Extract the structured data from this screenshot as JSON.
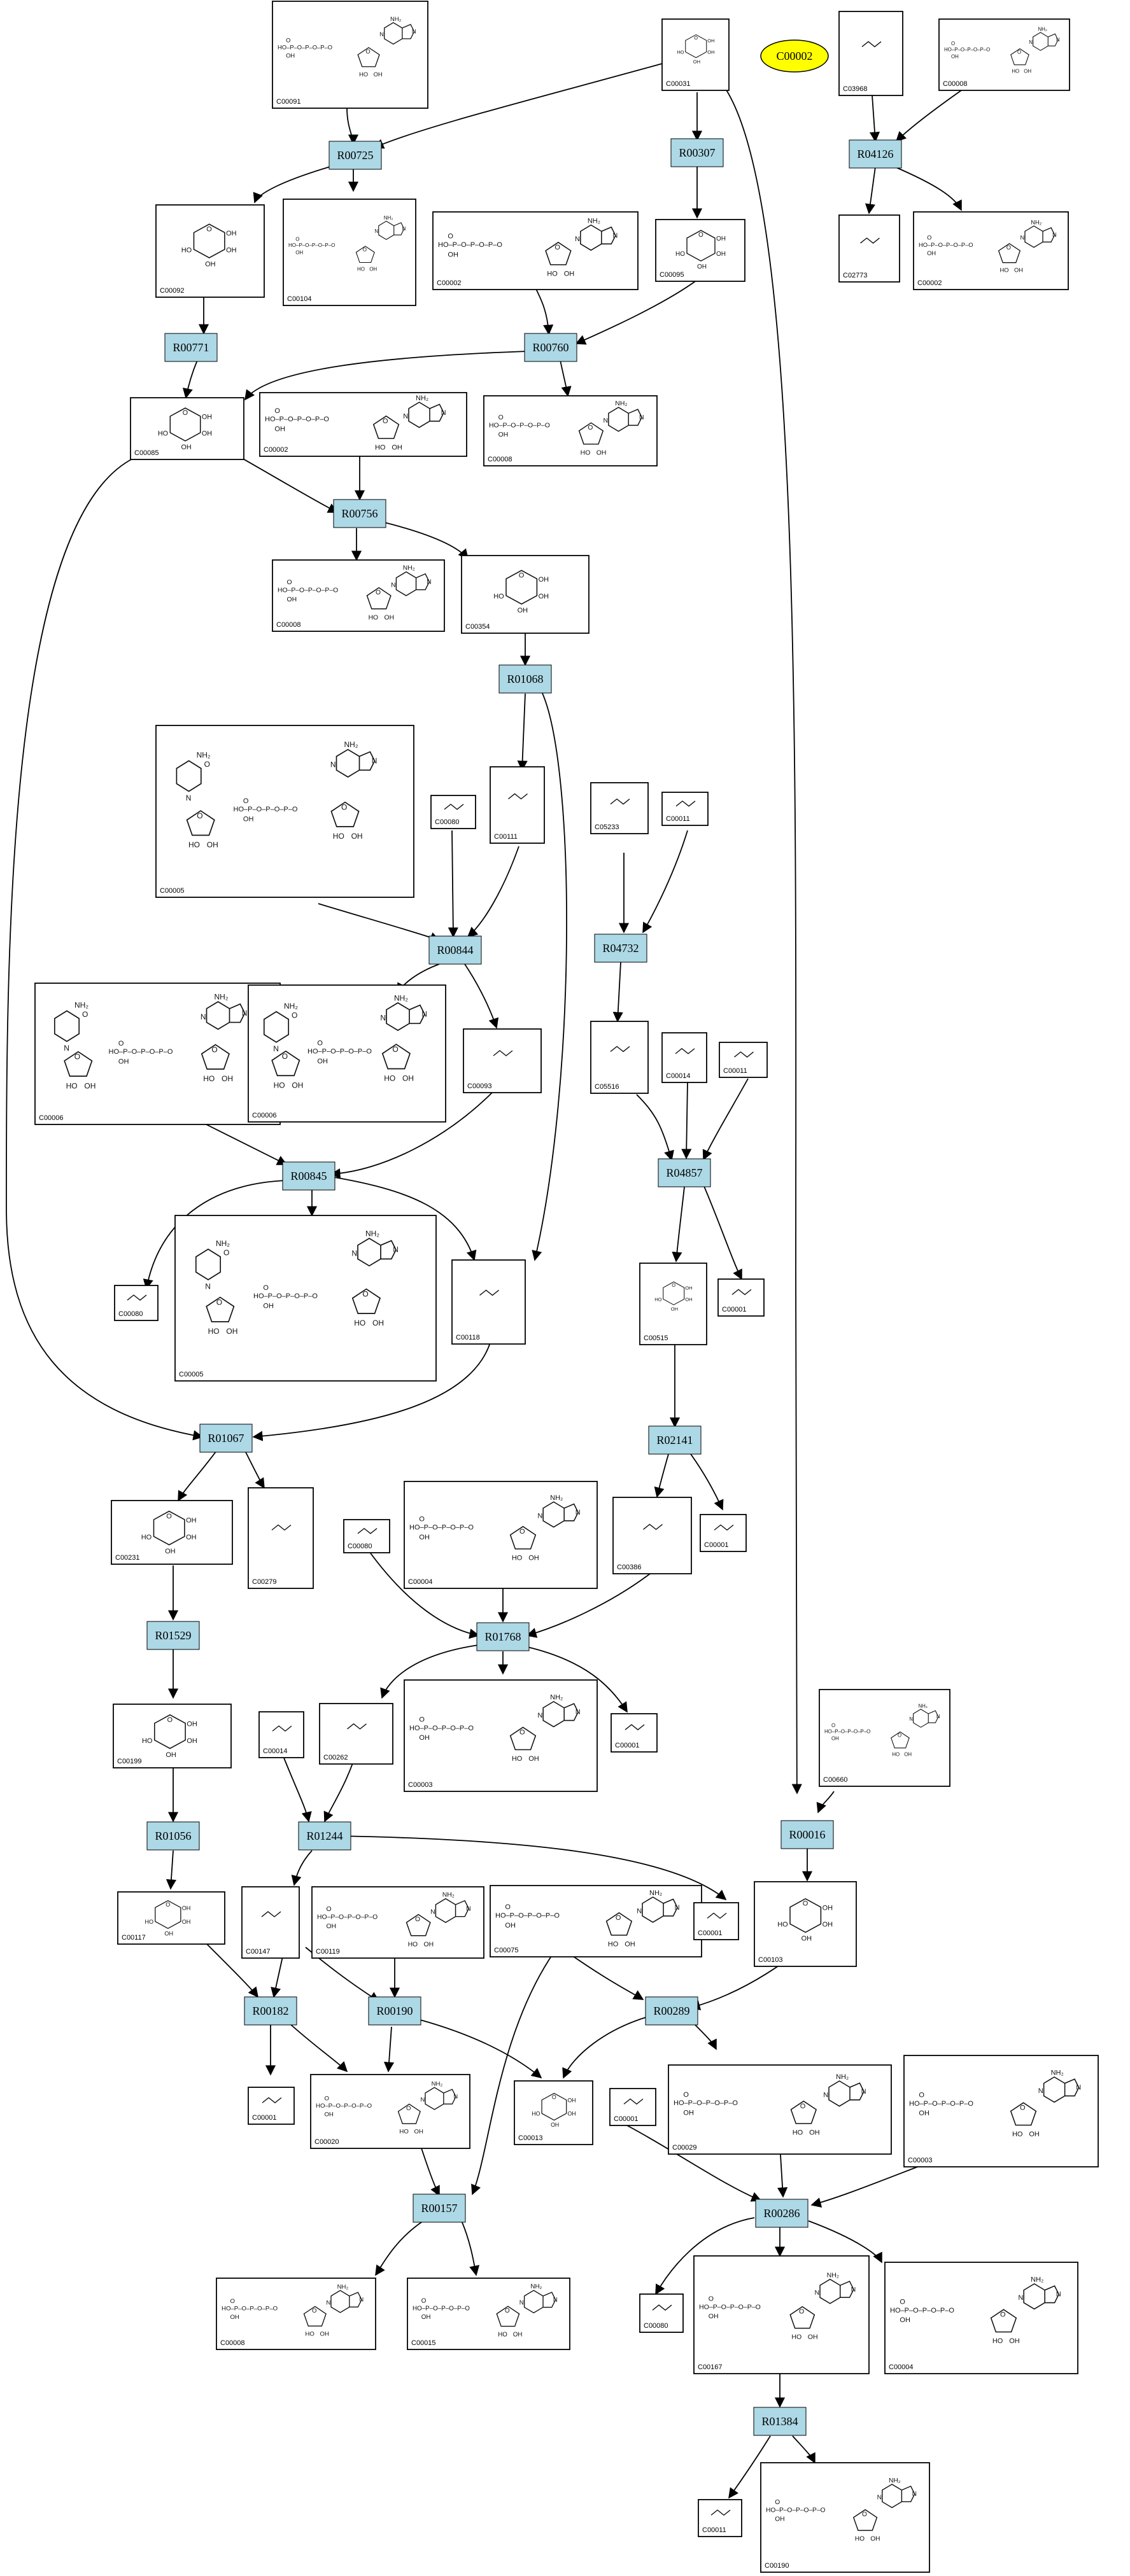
{
  "ellipse_node": {
    "id": "C00002"
  },
  "reactions": [
    "R00725",
    "R00307",
    "R04126",
    "R00771",
    "R00760",
    "R00756",
    "R01068",
    "R00844",
    "R04732",
    "R04857",
    "R00845",
    "R01067",
    "R02141",
    "R01529",
    "R01768",
    "R01056",
    "R01244",
    "R00016",
    "R00182",
    "R00190",
    "R00289",
    "R00157",
    "R00286",
    "R01384"
  ],
  "compounds": [
    "C00091",
    "C00031",
    "C03968",
    "C00008",
    "C00092",
    "C00104",
    "C00002",
    "C00095",
    "C02773",
    "C00002",
    "C00085",
    "C00002",
    "C00008",
    "C00008",
    "C00354",
    "C00005",
    "C00080",
    "C00111",
    "C05233",
    "C00011",
    "C00006",
    "C00006",
    "C00093",
    "C05516",
    "C00014",
    "C00011",
    "C00080",
    "C00005",
    "C00118",
    "C00001",
    "C00515",
    "C00231",
    "C00279",
    "C00080",
    "C00004",
    "C00386",
    "C00001",
    "C00199",
    "C00014",
    "C00262",
    "C00003",
    "C00001",
    "C00660",
    "C00117",
    "C00147",
    "C00119",
    "C00075",
    "C00001",
    "C00103",
    "C00001",
    "C00020",
    "C00013",
    "C00001",
    "C00029",
    "C00003",
    "C00008",
    "C00015",
    "C00080",
    "C00167",
    "C00004",
    "C00011",
    "C00190"
  ]
}
